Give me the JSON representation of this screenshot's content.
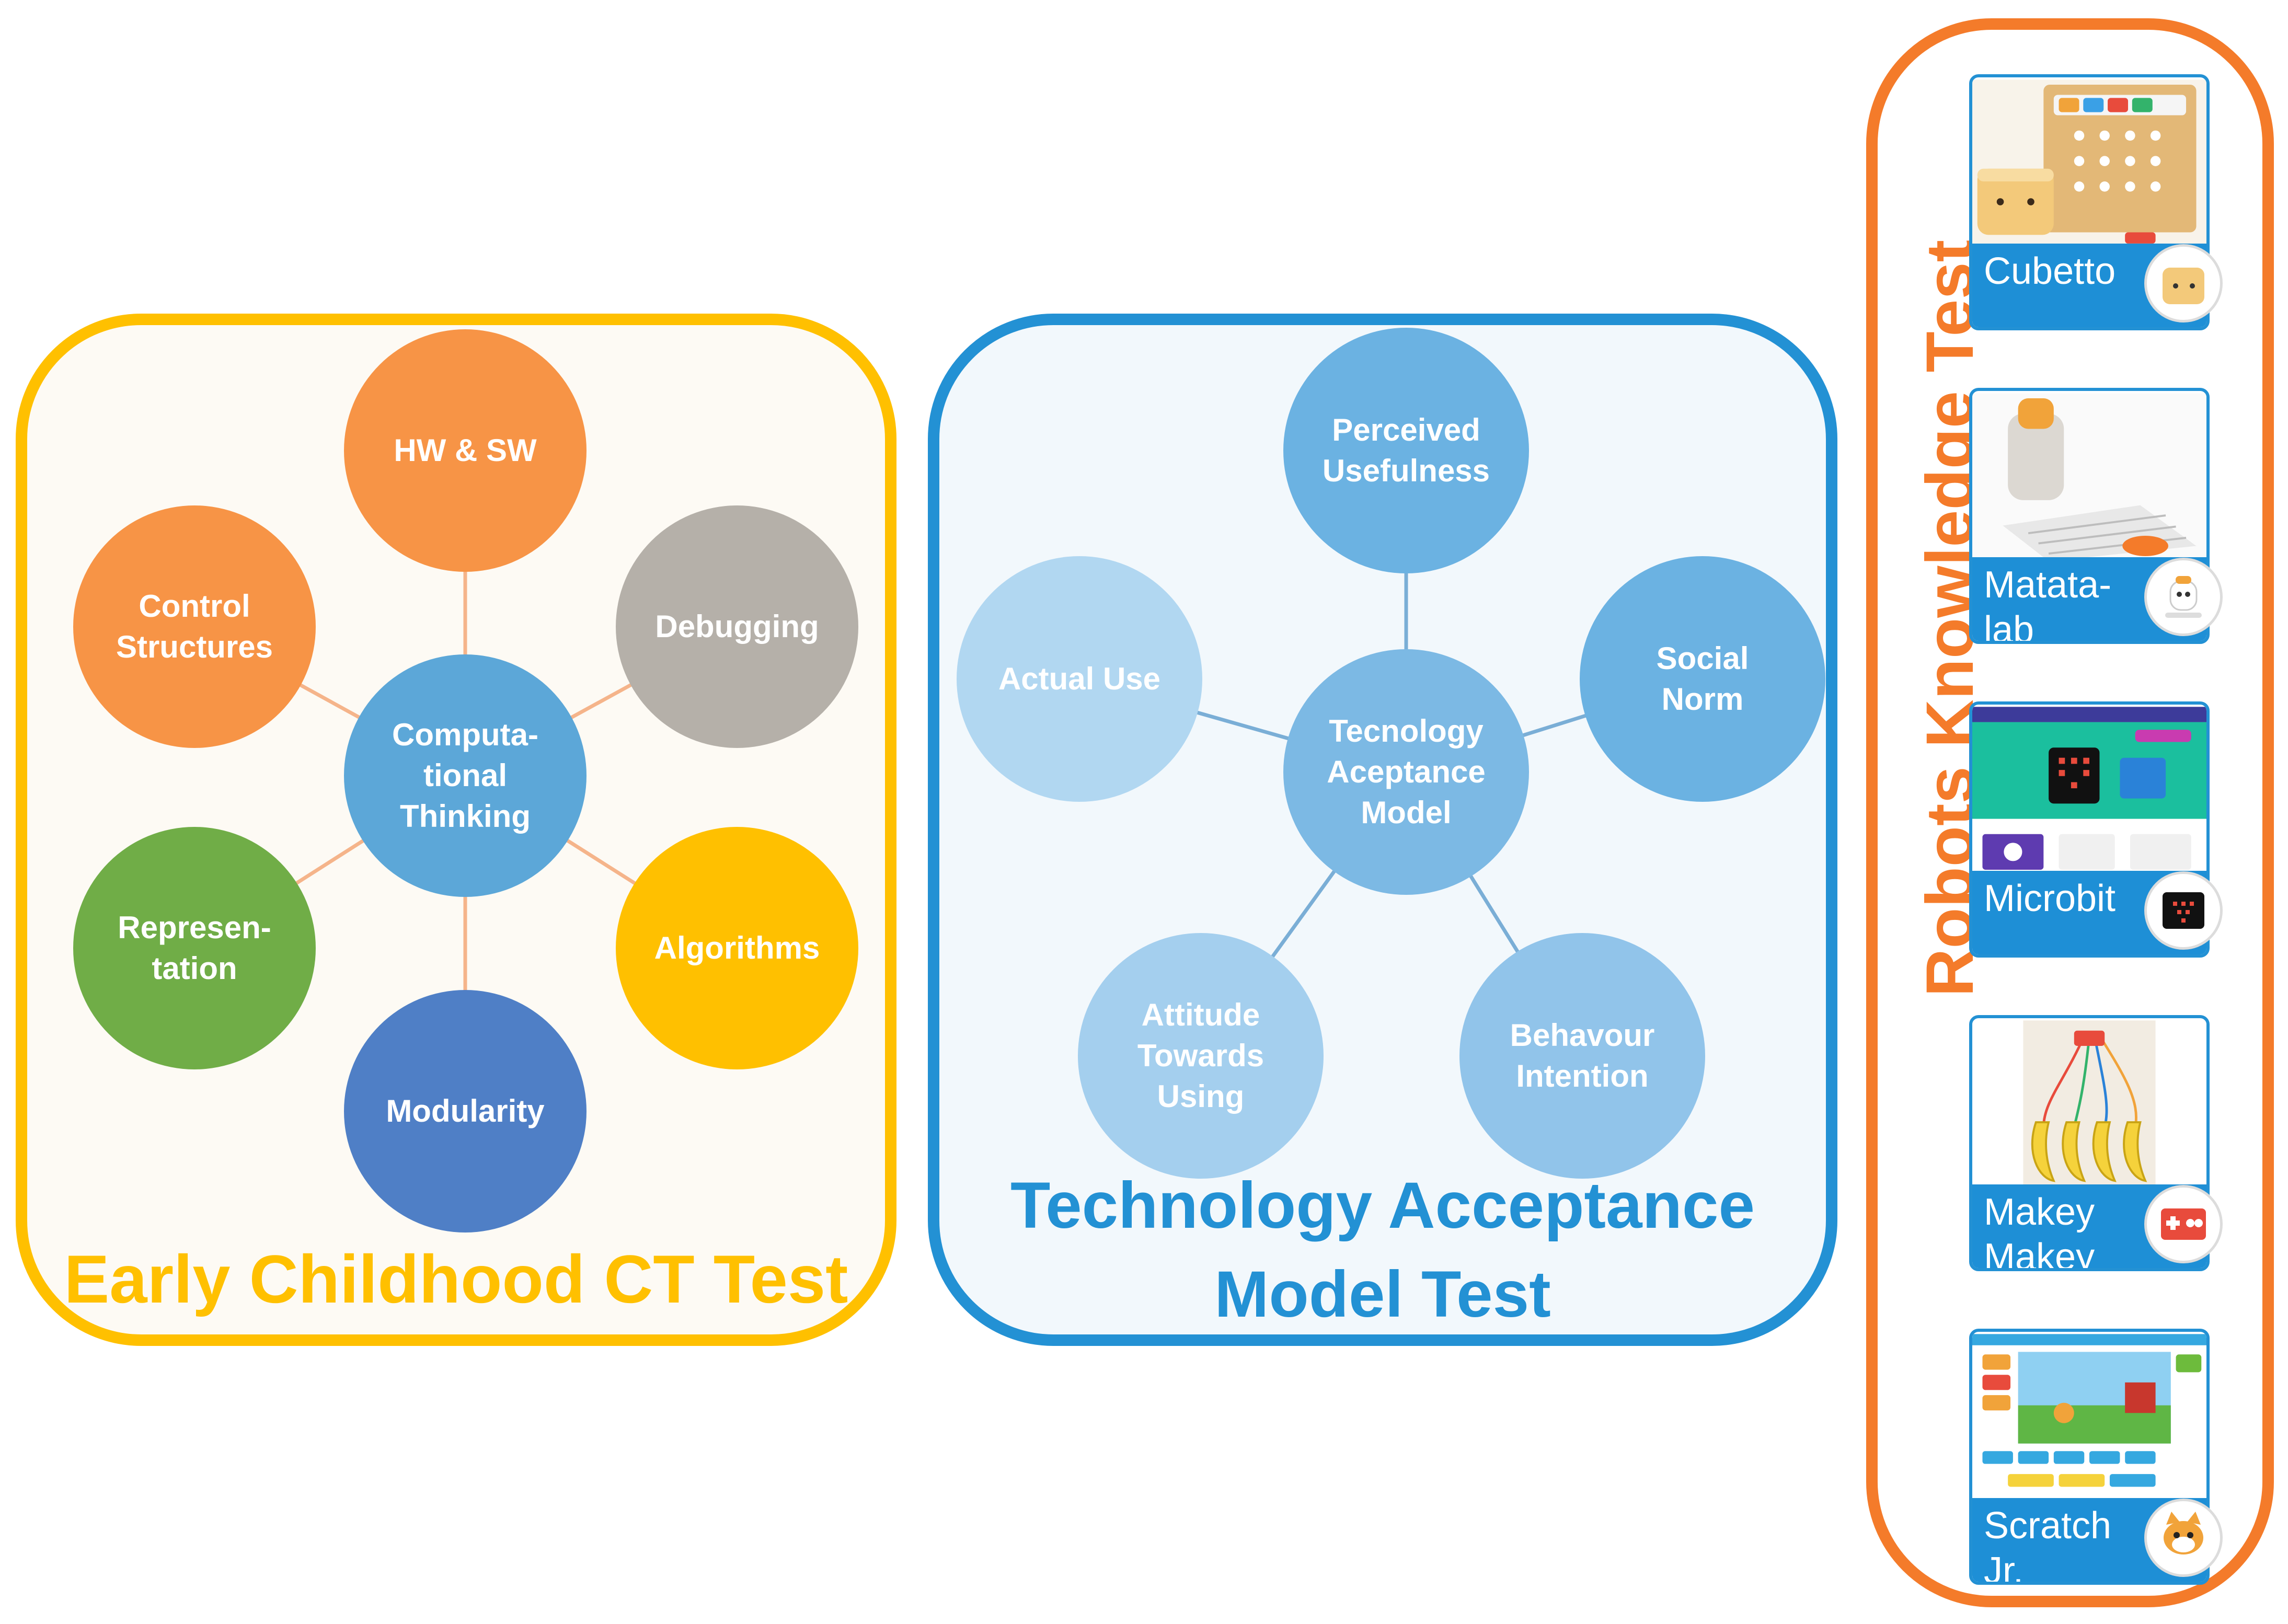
{
  "ct_test": {
    "title": "Early Childhood CT Test",
    "center": {
      "label": "Computa-\ntional\nThinking",
      "color": "#5ca7d8"
    },
    "nodes": [
      {
        "id": "hw-sw",
        "label": "HW & SW",
        "color": "#f79446"
      },
      {
        "id": "debugging",
        "label": "Debugging",
        "color": "#b5b0a9"
      },
      {
        "id": "algorithms",
        "label": "Algorithms",
        "color": "#ffc000"
      },
      {
        "id": "modularity",
        "label": "Modularity",
        "color": "#4f7fc6"
      },
      {
        "id": "representation",
        "label": "Represen-\ntation",
        "color": "#70ad47"
      },
      {
        "id": "control-structures",
        "label": "Control\nStructures",
        "color": "#f79446"
      }
    ],
    "line_color": "#f5b48a"
  },
  "tam_test": {
    "title": "Technology Acceptance\nModel Test",
    "center": {
      "label": "Tecnology\nAceptance\nModel",
      "color": "#7cb9e4"
    },
    "nodes": [
      {
        "id": "perceived-usefulness",
        "label": "Perceived\nUsefulness",
        "color": "#6bb2e2"
      },
      {
        "id": "social-norm",
        "label": "Social\nNorm",
        "color": "#6bb2e2"
      },
      {
        "id": "behaviour-intention",
        "label": "Behavour\nIntention",
        "color": "#91c4ea"
      },
      {
        "id": "attitude-towards-using",
        "label": "Attitude\nTowards\nUsing",
        "color": "#a4cfee"
      },
      {
        "id": "actual-use",
        "label": "Actual Use",
        "color": "#b1d7f1"
      }
    ],
    "line_color": "#7aaed6"
  },
  "robots_test": {
    "title": "Robots Knowledge Test",
    "robots": [
      {
        "id": "cubetto",
        "label": "Cubetto"
      },
      {
        "id": "matatalab",
        "label": "Matata-\nlab"
      },
      {
        "id": "microbit",
        "label": "Microbit"
      },
      {
        "id": "makey-makey",
        "label": "Makey\nMakey"
      },
      {
        "id": "scratch-jr",
        "label": "Scratch\nJr."
      }
    ]
  }
}
